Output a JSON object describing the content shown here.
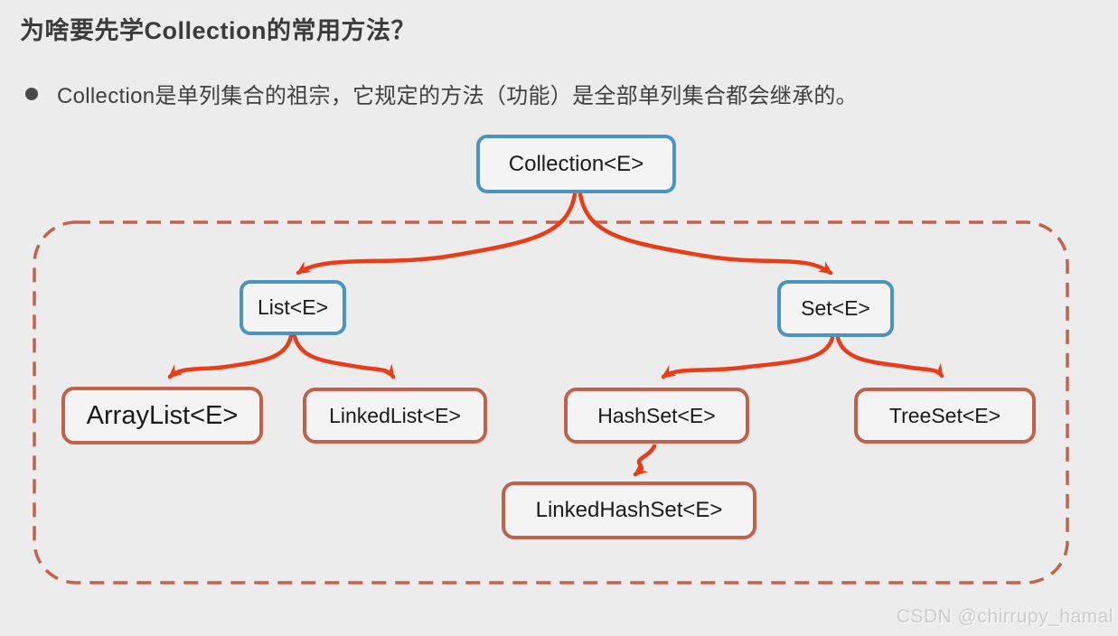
{
  "page": {
    "title": "为啥要先学Collection的常用方法？",
    "bullet_text": "Collection是单列集合的祖宗，它规定的方法（功能）是全部单列集合都会继承的。",
    "watermark": "CSDN @chirrupy_hamal"
  },
  "colors": {
    "background": "#ececec",
    "interface_box_border": "#4a94c2",
    "class_box_border": "#c1614a",
    "arrow": "#ea3c17",
    "dashed_group_border": "#c2634c",
    "box_fill": "#f4f4f4",
    "title_text": "#3b3b3b",
    "node_text": "#1a1a1a"
  },
  "diagram": {
    "nodes": [
      {
        "id": "collection",
        "label": "Collection<E>",
        "kind": "interface"
      },
      {
        "id": "list",
        "label": "List<E>",
        "kind": "interface"
      },
      {
        "id": "set",
        "label": "Set<E>",
        "kind": "interface"
      },
      {
        "id": "arraylist",
        "label": "ArrayList<E>",
        "kind": "class"
      },
      {
        "id": "linkedlist",
        "label": "LinkedList<E>",
        "kind": "class"
      },
      {
        "id": "hashset",
        "label": "HashSet<E>",
        "kind": "class"
      },
      {
        "id": "treeset",
        "label": "TreeSet<E>",
        "kind": "class"
      },
      {
        "id": "linkedhashset",
        "label": "LinkedHashSet<E>",
        "kind": "class"
      }
    ],
    "edges": [
      {
        "from": "Collection<E>",
        "to": "List<E>"
      },
      {
        "from": "Collection<E>",
        "to": "Set<E>"
      },
      {
        "from": "List<E>",
        "to": "ArrayList<E>"
      },
      {
        "from": "List<E>",
        "to": "LinkedList<E>"
      },
      {
        "from": "Set<E>",
        "to": "HashSet<E>"
      },
      {
        "from": "Set<E>",
        "to": "TreeSet<E>"
      },
      {
        "from": "HashSet<E>",
        "to": "LinkedHashSet<E>"
      }
    ]
  }
}
